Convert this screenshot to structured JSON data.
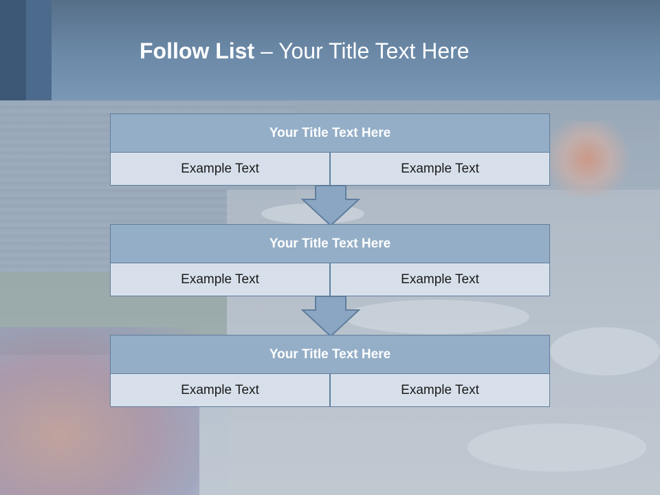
{
  "slide": {
    "title_bold": "Follow List",
    "title_rest": " – Your Title Text Here"
  },
  "steps": [
    {
      "title": "Your Title Text Here",
      "left": "Example Text",
      "right": "Example Text"
    },
    {
      "title": "Your Title Text Here",
      "left": "Example Text",
      "right": "Example Text"
    },
    {
      "title": "Your Title Text Here",
      "left": "Example Text",
      "right": "Example Text"
    }
  ],
  "colors": {
    "header": "#6c8aa8",
    "box_header": "#94aec7",
    "box_cell": "#d7e0ea",
    "border": "#5f7d9c",
    "arrow": "#8aa6c2"
  }
}
